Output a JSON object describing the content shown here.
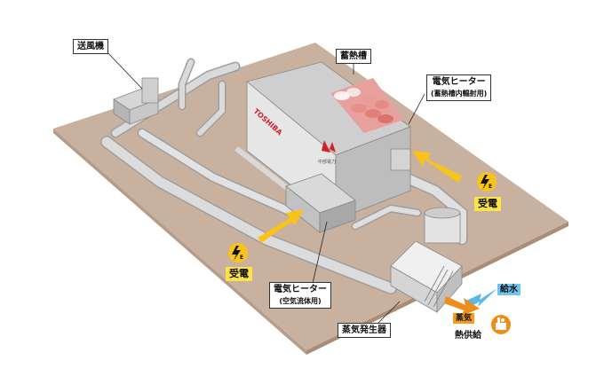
{
  "labels": {
    "blower": "送風機",
    "storage_tank": "蓄熱槽",
    "heater_top_main": "電気ヒーター",
    "heater_top_sub": "(蓄熱槽内輻射用)",
    "heater_bottom_main": "電気ヒーター",
    "heater_bottom_sub": "(空気流体用)",
    "steam_generator": "蒸気発生器",
    "receive_power_right": "受電",
    "receive_power_left": "受電",
    "feed_water": "給水",
    "steam": "蒸気",
    "heat_supply": "熱供給",
    "power_badge_letter": "E"
  },
  "branding": {
    "tank_logo_text": "TOSHIBA",
    "utility_text": "中部電力"
  },
  "colors": {
    "ground": "#c9b19f",
    "tank_front": "#e6e6e6",
    "tank_side": "#bdbdbd",
    "tank_top": "#cfcfcf",
    "pipe": "#d2d2d2",
    "power_arrow": "#f8c418",
    "water_arrow": "#5ab8ea",
    "steam_arrow": "#f08c1a",
    "logo_red": "#d2202a"
  }
}
